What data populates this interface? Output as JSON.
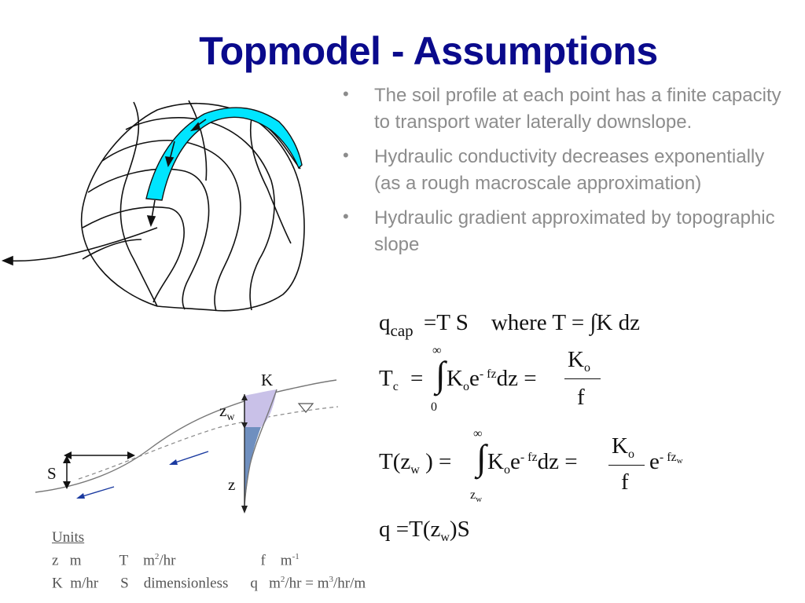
{
  "title": "Topmodel - Assumptions",
  "bullets": [
    "The soil profile at each point has a finite capacity to transport water laterally downslope.",
    "Hydraulic conductivity decreases exponentially (as a rough macroscale approximation)",
    "Hydraulic gradient approximated by topographic slope"
  ],
  "diagram": {
    "label_K": "K",
    "label_zw": "z",
    "label_zw_sub": "w",
    "label_z": "z",
    "label_S": "S"
  },
  "units": {
    "heading": "Units",
    "z_sym": "z",
    "z_unit": "m",
    "T_sym": "T",
    "T_unit": "m",
    "f_sym": "f",
    "f_unit": "m",
    "K_sym": "K",
    "K_unit": "m/hr",
    "S_sym": "S",
    "S_unit": "dimensionless",
    "q_sym": "q",
    "q_unit": "m",
    "q_unit2": "/hr = m",
    "q_unit3": "/hr/m"
  },
  "colors": {
    "title": "#0a0a8c",
    "bullet_text": "#8c8c8c",
    "flow_strip": "#00e5ff",
    "lavender": "#c9c1e8",
    "steelblue": "#6f8fbf",
    "arrow_blue": "#1a3aa0"
  }
}
